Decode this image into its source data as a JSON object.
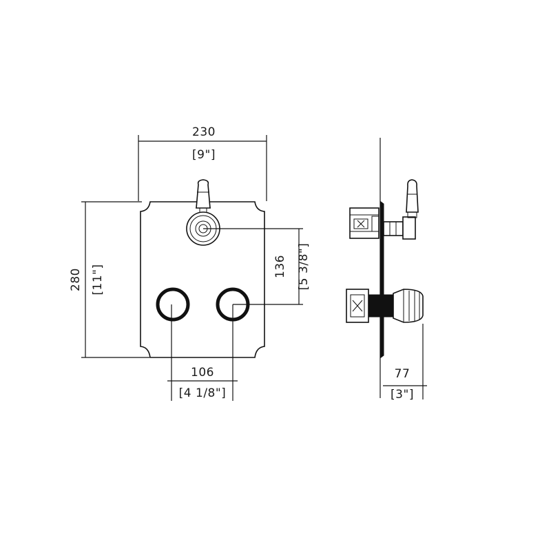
{
  "front_view": {
    "width": {
      "metric": "230",
      "imperial": "[9\"]"
    },
    "height": {
      "metric": "280",
      "imperial": "[11\"]"
    },
    "vertical_spacing": {
      "metric": "136",
      "imperial": "[5 3/8\"]"
    },
    "horizontal_spacing": {
      "metric": "106",
      "imperial": "[4 1/8\"]"
    }
  },
  "side_view": {
    "depth": {
      "metric": "77",
      "imperial": "[3\"]"
    }
  }
}
